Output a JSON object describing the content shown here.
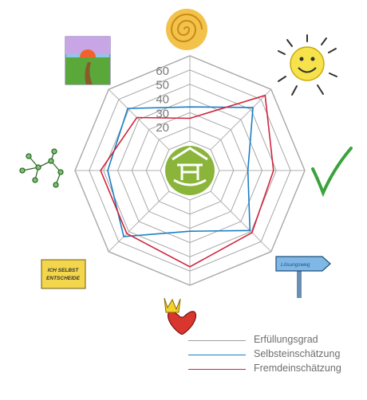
{
  "chart_data": {
    "type": "radar",
    "axes": [
      "spiral",
      "sun",
      "checkmark",
      "signpost",
      "crowned-heart",
      "ich-selbst-entscheide-sign",
      "network",
      "sunset-path"
    ],
    "rlim": [
      10,
      70
    ],
    "tick_values": [
      20,
      30,
      40,
      50,
      60
    ],
    "tick_labels": [
      "20",
      "30",
      "40",
      "50",
      "60"
    ],
    "grid": true,
    "legend_position": "bottom-right",
    "series": [
      {
        "name": "Erfüllungsgrad",
        "color": "#9e9e9e",
        "values": [
          70,
          70,
          70,
          70,
          70,
          70,
          70,
          70
        ]
      },
      {
        "name": "Selbsteinschätzung",
        "color": "#1a7fc4",
        "values": [
          34,
          52,
          30,
          49,
          32,
          55,
          47,
          51
        ]
      },
      {
        "name": "Fremdeinschätzung",
        "color": "#d0253d",
        "values": [
          26,
          64,
          48,
          51,
          57,
          52,
          52,
          42
        ]
      }
    ]
  },
  "images": {
    "sign_text_line1": "ICH SELBST",
    "sign_text_line2": "ENTSCHEIDE",
    "arrow_text": "Lösungsweg"
  }
}
